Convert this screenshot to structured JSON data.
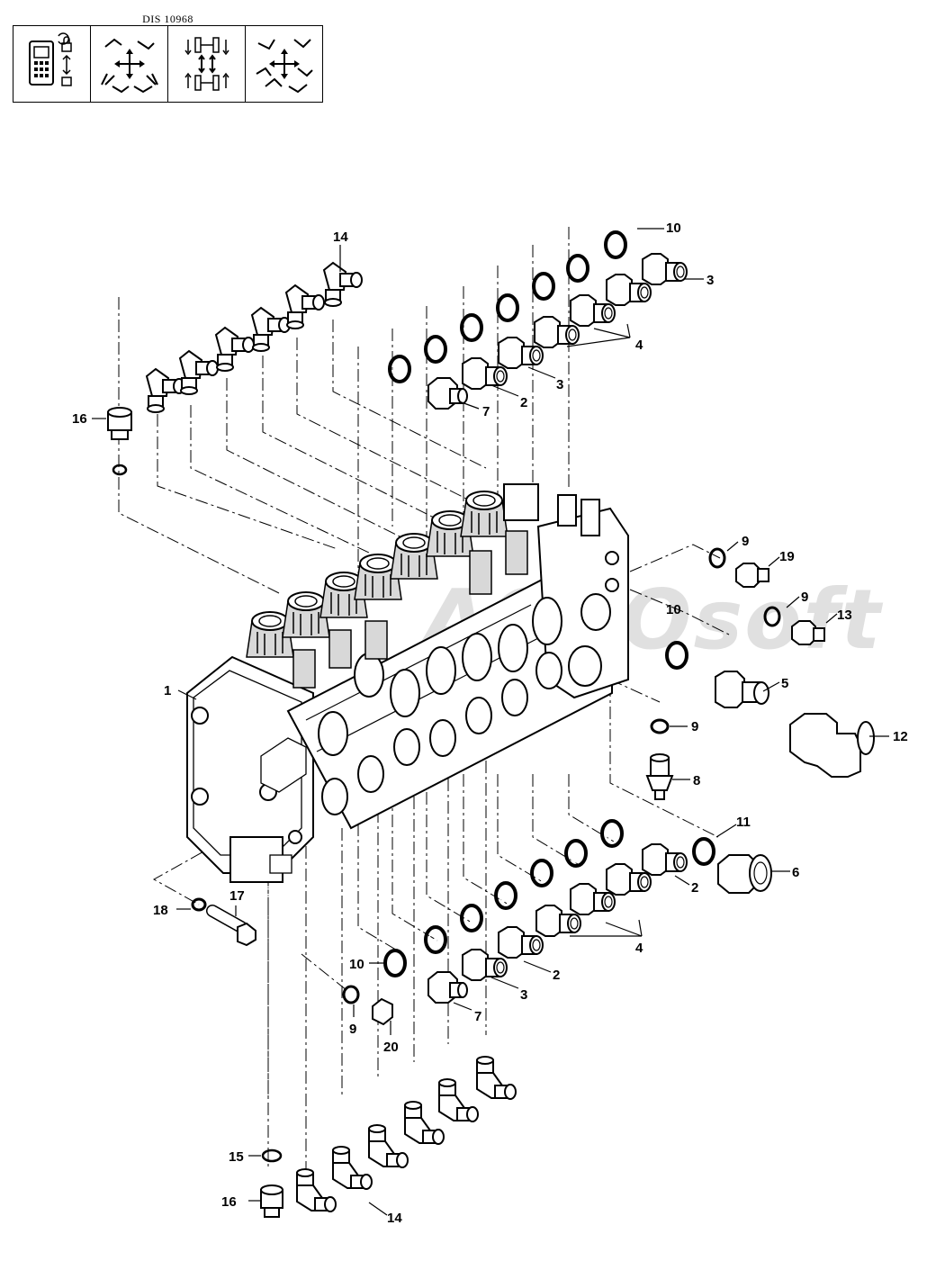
{
  "header": {
    "code": "DIS 10968",
    "icons": [
      {
        "name": "control-panel-lock-icon"
      },
      {
        "name": "excavator-arm-pattern-a-icon"
      },
      {
        "name": "track-travel-arrows-icon"
      },
      {
        "name": "excavator-arm-pattern-b-icon"
      }
    ]
  },
  "watermark": "AGCOsoft",
  "callouts": [
    {
      "id": "c14-top",
      "label": "14"
    },
    {
      "id": "c10-top",
      "label": "10"
    },
    {
      "id": "c3-top",
      "label": "3"
    },
    {
      "id": "c4-top",
      "label": "4"
    },
    {
      "id": "c3-mid",
      "label": "3"
    },
    {
      "id": "c2-top",
      "label": "2"
    },
    {
      "id": "c7-top",
      "label": "7"
    },
    {
      "id": "c16-top",
      "label": "16"
    },
    {
      "id": "c9-a",
      "label": "9"
    },
    {
      "id": "c19",
      "label": "19"
    },
    {
      "id": "c9-b",
      "label": "9"
    },
    {
      "id": "c13",
      "label": "13"
    },
    {
      "id": "c10-mid",
      "label": "10"
    },
    {
      "id": "c5",
      "label": "5"
    },
    {
      "id": "c1",
      "label": "1"
    },
    {
      "id": "c9-c",
      "label": "9"
    },
    {
      "id": "c12",
      "label": "12"
    },
    {
      "id": "c8",
      "label": "8"
    },
    {
      "id": "c11",
      "label": "11"
    },
    {
      "id": "c6",
      "label": "6"
    },
    {
      "id": "c2-bot",
      "label": "2"
    },
    {
      "id": "c17",
      "label": "17"
    },
    {
      "id": "c18",
      "label": "18"
    },
    {
      "id": "c4-bot",
      "label": "4"
    },
    {
      "id": "c2-low",
      "label": "2"
    },
    {
      "id": "c10-bot",
      "label": "10"
    },
    {
      "id": "c3-bot",
      "label": "3"
    },
    {
      "id": "c7-bot",
      "label": "7"
    },
    {
      "id": "c9-d",
      "label": "9"
    },
    {
      "id": "c20",
      "label": "20"
    },
    {
      "id": "c15",
      "label": "15"
    },
    {
      "id": "c16-bot",
      "label": "16"
    },
    {
      "id": "c14-bot",
      "label": "14"
    }
  ]
}
